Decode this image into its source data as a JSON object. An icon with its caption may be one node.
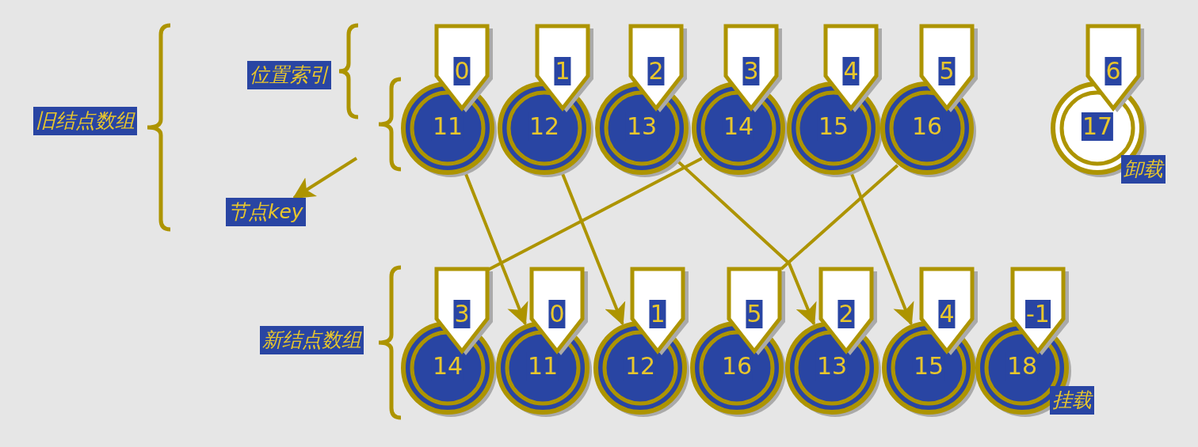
{
  "diagram": {
    "nodes": [
      {
        "text": [
          "旧结点数组"
        ]
      },
      {
        "text": [
          "位置索引"
        ]
      },
      {
        "text": [
          "0",
          "11"
        ]
      },
      {
        "text": [
          "1",
          "12"
        ]
      },
      {
        "text": [
          "2",
          "13"
        ]
      },
      {
        "text": [
          "3",
          "14"
        ]
      },
      {
        "text": [
          "4",
          "15"
        ]
      },
      {
        "text": [
          "5",
          "16"
        ]
      },
      {
        "text": [
          "6",
          "17"
        ],
        "beside": [
          "卸载"
        ]
      },
      {
        "text": [
          "节点key"
        ]
      },
      {
        "text": [
          "新结点数组"
        ]
      },
      {
        "text": [
          "3",
          "14"
        ]
      },
      {
        "text": [
          "0",
          "11"
        ]
      },
      {
        "text": [
          "1",
          "12"
        ]
      },
      {
        "text": [
          "5",
          "16"
        ]
      },
      {
        "text": [
          "2",
          "13"
        ]
      },
      {
        "text": [
          "4",
          "15"
        ]
      },
      {
        "text": [
          "-1",
          "18"
        ],
        "beside": [
          "挂载"
        ]
      }
    ],
    "edges": [
      {
        "from": null,
        "to": 9,
        "arrow": "to"
      },
      {
        "from": 2,
        "to": 12,
        "arrow": "to"
      },
      {
        "from": 3,
        "to": 13,
        "arrow": "to"
      },
      {
        "from": 4,
        "to": 15,
        "arrow": "to"
      },
      {
        "from": 5,
        "to": 11,
        "arrow": "none"
      },
      {
        "from": 6,
        "to": 16,
        "arrow": "to"
      },
      {
        "from": 7,
        "to": 14,
        "arrow": "none"
      }
    ]
  }
}
